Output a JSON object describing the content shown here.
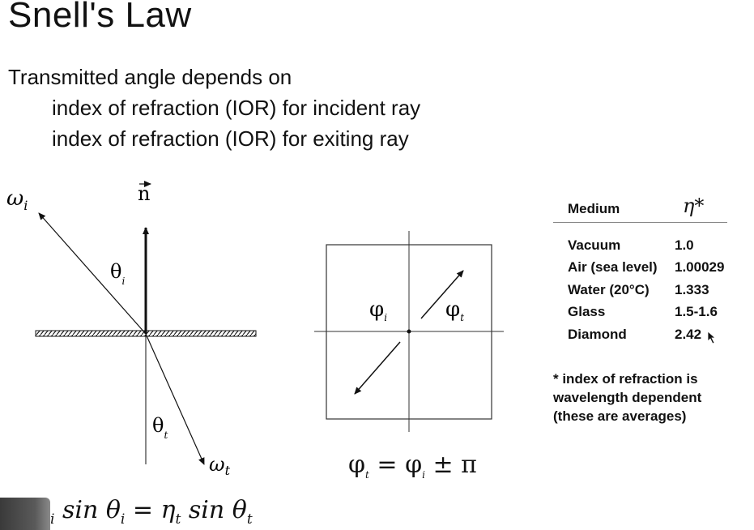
{
  "title": "Snell's Law",
  "intro": {
    "line1": "Transmitted angle depends on",
    "line2": "index of refraction (IOR) for incident ray",
    "line3": "index of refraction (IOR) for exiting ray"
  },
  "diagram_left": {
    "omega_i": "ω",
    "omega_i_sub": "i",
    "normal": "n",
    "theta_i": "θ",
    "theta_i_sub": "i",
    "theta_t": "θ",
    "theta_t_sub": "t",
    "omega_t": "ω",
    "omega_t_sub": "t"
  },
  "diagram_mid": {
    "phi_i": "φ",
    "phi_i_sub": "i",
    "phi_t": "φ",
    "phi_t_sub": "t"
  },
  "formula_phi": {
    "phi_t": "φ",
    "sub_t": "t",
    "eq": " = ",
    "phi_i": "φ",
    "sub_i": "i",
    "pm_pi": " ± π"
  },
  "formula_snell": {
    "sub_i": "i",
    "sin1": " sin θ",
    "sub_i2": "i",
    "eq": " = η",
    "sub_t": "t",
    "sin2": " sin θ",
    "sub_t2": "t"
  },
  "ior_table": {
    "header_medium": "Medium",
    "header_eta": "η*",
    "rows": [
      {
        "medium": "Vacuum",
        "value": "1.0"
      },
      {
        "medium": "Air (sea level)",
        "value": "1.00029"
      },
      {
        "medium": "Water (20°C)",
        "value": "1.333"
      },
      {
        "medium": "Glass",
        "value": "1.5-1.6"
      },
      {
        "medium": "Diamond",
        "value": "2.42"
      }
    ]
  },
  "footnote": {
    "line1": "* index of refraction is",
    "line2": "wavelength dependent",
    "line3": "(these are averages)"
  }
}
